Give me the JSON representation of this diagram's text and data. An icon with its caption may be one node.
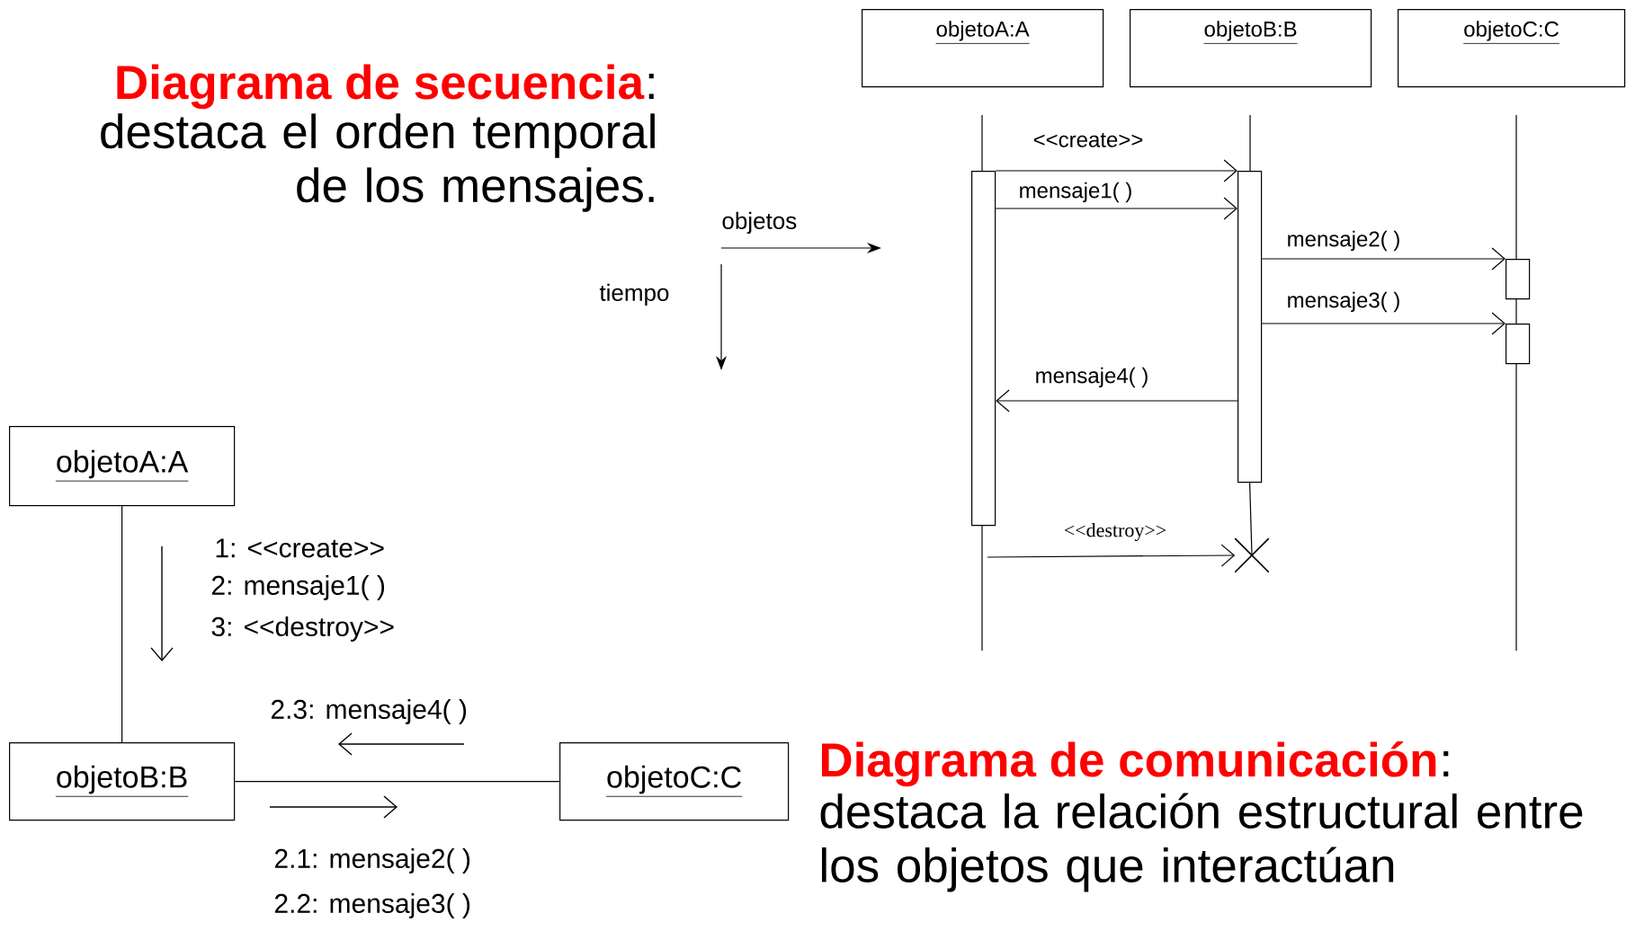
{
  "diagram": {
    "nodes": [
      {
        "text": [
          "objetoA:A"
        ]
      },
      {
        "text": [
          "objetoB:B"
        ]
      },
      {
        "text": [
          "objetoC:C"
        ]
      },
      {
        "text": [],
        "shape": "bar"
      },
      {
        "text": [],
        "shape": "bar"
      },
      {
        "text": [],
        "shape": "bar"
      },
      {
        "text": [],
        "shape": "bar"
      },
      {
        "text": [],
        "shape": "cross"
      },
      {
        "text": [
          "objetoA:A"
        ]
      },
      {
        "text": [
          "objetoB:B"
        ]
      },
      {
        "text": [
          "objetoC:C"
        ]
      }
    ],
    "edges": [
      {
        "from": 3,
        "to": 4,
        "arrow": "to",
        "label": "<<create>>"
      },
      {
        "from": 3,
        "to": 4,
        "arrow": "to",
        "label": "mensaje1( )"
      },
      {
        "from": 4,
        "to": 5,
        "arrow": "to",
        "label": "mensaje2( )"
      },
      {
        "from": 4,
        "to": 6,
        "arrow": "to",
        "label": "mensaje3( )"
      },
      {
        "from": 4,
        "to": 3,
        "arrow": "to",
        "label": "mensaje4( )"
      },
      {
        "from": null,
        "to": 7,
        "arrow": "to",
        "label": "<<destroy>>"
      },
      {
        "from": 8,
        "to": 9,
        "arrow": "none"
      },
      {
        "from": 9,
        "to": 10,
        "arrow": "none"
      },
      {
        "from": 4,
        "to": 7,
        "arrow": "none"
      }
    ],
    "labels": [
      "Diagrama de secuencia",
      ":",
      "destaca el orden temporal de los mensajes.",
      "objetos",
      "tiempo",
      "1: <<create>>",
      "2: mensaje1( )",
      "3: <<destroy>>",
      "2.3: mensaje4( )",
      "Diagrama de comunicación",
      ":",
      "destaca la relación estructural entre los objetos que interactúan",
      "2.1: mensaje2( )",
      "2.2: mensaje3( )"
    ]
  }
}
